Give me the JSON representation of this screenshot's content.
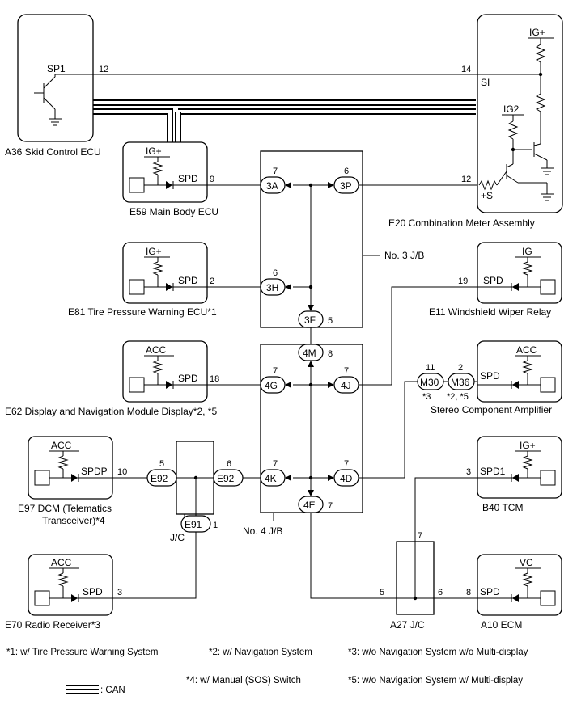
{
  "components": {
    "a36": {
      "name": "A36 Skid Control ECU",
      "terminal": "SP1",
      "pin": "12"
    },
    "e20": {
      "name": "E20 Combination Meter Assembly",
      "si_pin": "14",
      "si_label": "SI",
      "s_pin": "12",
      "s_label": "+S",
      "supply1": "IG+",
      "supply2": "IG2"
    },
    "e59": {
      "name": "E59 Main Body ECU",
      "supply": "IG+",
      "terminal": "SPD",
      "pin": "9"
    },
    "e81": {
      "name": "E81 Tire Pressure Warning ECU*1",
      "supply": "IG+",
      "terminal": "SPD",
      "pin": "2"
    },
    "e62": {
      "name": "E62 Display and Navigation Module Display*2, *5",
      "supply": "ACC",
      "terminal": "SPD",
      "pin": "18"
    },
    "e97": {
      "name_line1": "E97 DCM (Telematics",
      "name_line2": "Transceiver)*4",
      "supply": "ACC",
      "terminal": "SPDP",
      "pin": "10"
    },
    "e70": {
      "name": "E70 Radio Receiver*3",
      "supply": "ACC",
      "terminal": "SPD",
      "pin": "3"
    },
    "e11": {
      "name": "E11 Windshield Wiper Relay",
      "supply": "IG",
      "terminal": "SPD",
      "pin": "19"
    },
    "stereo": {
      "name": "Stereo Component Amplifier",
      "supply": "ACC",
      "terminal": "SPD",
      "m30": "M30",
      "m30_pin": "11",
      "m30_note": "*3",
      "m36": "M36",
      "m36_pin": "2",
      "m36_note": "*2, *5"
    },
    "b40": {
      "name": "B40 TCM",
      "supply": "IG+",
      "terminal": "SPD1",
      "pin": "3"
    },
    "a10": {
      "name": "A10 ECM",
      "supply": "VC",
      "terminal": "SPD",
      "pin": "8"
    }
  },
  "junctions": {
    "jb3": {
      "name": "No. 3 J/B",
      "c3a": "3A",
      "c3a_pin": "7",
      "c3p": "3P",
      "c3p_pin": "6",
      "c3h": "3H",
      "c3h_pin": "6",
      "c3f": "3F",
      "c3f_pin": "5"
    },
    "jb4": {
      "name": "No. 4 J/B",
      "c4m": "4M",
      "c4m_pin": "8",
      "c4g": "4G",
      "c4g_pin": "7",
      "c4j": "4J",
      "c4j_pin": "7",
      "c4k": "4K",
      "c4k_pin": "7",
      "c4d": "4D",
      "c4d_pin": "7",
      "c4e": "4E",
      "c4e_pin": "7"
    },
    "jc_left": {
      "name": "J/C",
      "e92a": "E92",
      "e92a_pin": "5",
      "e92b": "E92",
      "e92b_pin": "6",
      "e91": "E91",
      "e91_pin": "1"
    },
    "a27": {
      "name": "A27 J/C",
      "top_pin": "7",
      "left_pin": "5",
      "right_pin": "6"
    }
  },
  "notes": {
    "n1": "*1: w/ Tire Pressure Warning System",
    "n2": "*2: w/ Navigation System",
    "n3": "*3: w/o Navigation System w/o Multi-display",
    "n4": "*4: w/ Manual (SOS) Switch",
    "n5": "*5: w/o Navigation System w/ Multi-display",
    "can": ": CAN"
  }
}
